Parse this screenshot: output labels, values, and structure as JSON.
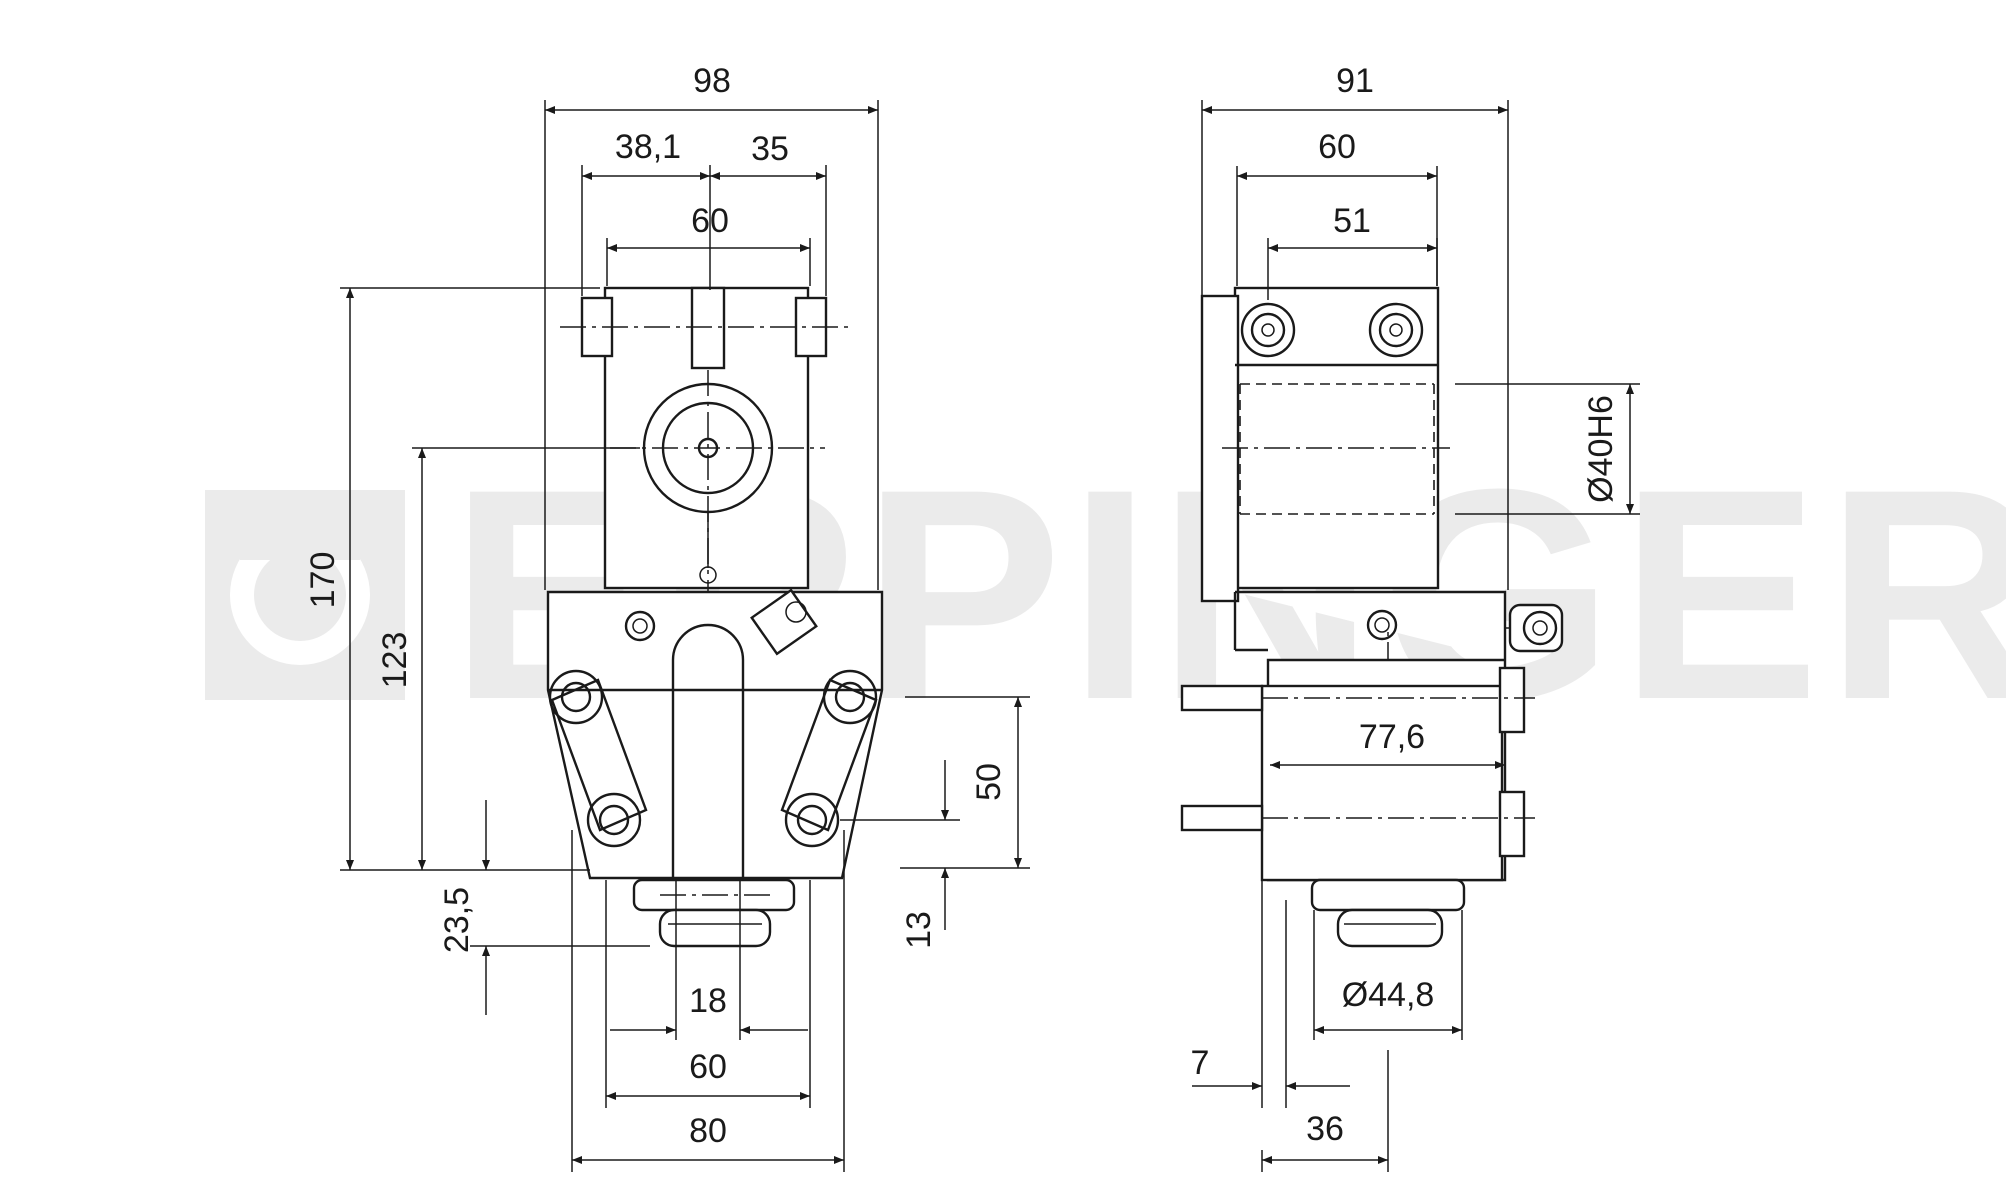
{
  "watermark": {
    "text": "EPPINGER"
  },
  "front_view": {
    "dimensions": {
      "overall_width": "98",
      "offset_left": "38,1",
      "offset_right": "35",
      "top_width": "60",
      "height_total": "170",
      "height_center": "123",
      "flange_height": "50",
      "spigot_offset": "13",
      "spigot_depth": "23,5",
      "spigot_width": "18",
      "bottom_width_inner": "60",
      "bottom_width_outer": "80"
    }
  },
  "side_view": {
    "dimensions": {
      "overall_width": "91",
      "clamp_width": "60",
      "bolt_spacing": "51",
      "bore_diameter": "Ø40H6",
      "body_length": "77,6",
      "spigot_diameter": "Ø44,8",
      "offset_small": "7",
      "offset_bottom": "36"
    }
  }
}
